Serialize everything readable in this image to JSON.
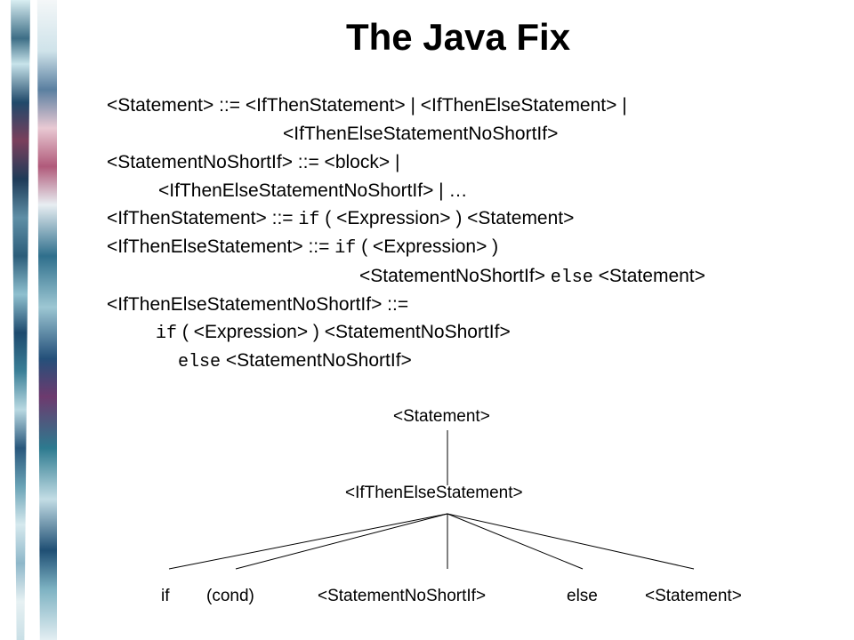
{
  "title": "The Java Fix",
  "grammar": {
    "l1": {
      "a": "<Statement> ::= <IfThenStatement> | <IfThenElseStatement> |"
    },
    "l2": {
      "a": "<IfThenElseStatementNoShortIf>"
    },
    "l3": {
      "a": "<StatementNoShortIf> ::= <block> |"
    },
    "l4": {
      "a": "<IfThenElseStatementNoShortIf> | …"
    },
    "l5": {
      "a": "<IfThenStatement> ::= ",
      "kw1": "if",
      "b": " ( <Expression> )  <Statement>"
    },
    "l6": {
      "a": "<IfThenElseStatement> ::= ",
      "kw1": "if",
      "b": " ( <Expression> )"
    },
    "l7": {
      "a": "<StatementNoShortIf> ",
      "kw1": "else",
      "b": " <Statement>"
    },
    "l8": {
      "a": "<IfThenElseStatementNoShortIf> ::="
    },
    "l9": {
      "kw1": "if",
      "b": " ( <Expression> ) <StatementNoShortIf>"
    },
    "l10": {
      "kw1": "else",
      "b": " <StatementNoShortIf>"
    }
  },
  "tree": {
    "root": "<Statement>",
    "mid": "<IfThenElseStatement>",
    "leaves": [
      "if",
      "(cond)",
      "<StatementNoShortIf>",
      "else",
      "<Statement>"
    ]
  }
}
